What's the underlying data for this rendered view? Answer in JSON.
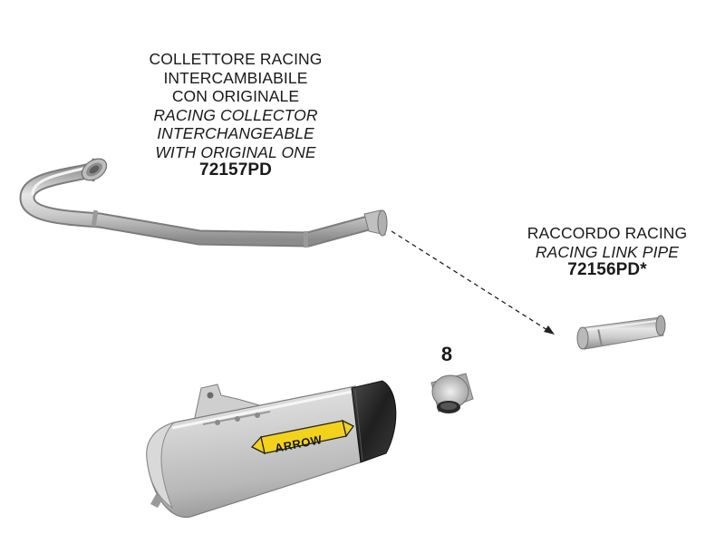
{
  "collector": {
    "line1": "COLLETTORE RACING",
    "line2": "INTERCAMBIABILE",
    "line3": "CON ORIGINALE",
    "line4": "RACING COLLECTOR",
    "line5": "INTERCHANGEABLE",
    "line6": "WITH ORIGINAL ONE",
    "code": "72157PD"
  },
  "link_pipe": {
    "line1": "RACCORDO RACING",
    "line2": "RACING LINK PIPE",
    "code": "72156PD*"
  },
  "end_cap": {
    "number": "8"
  },
  "silencer": {
    "brand": "ARROW"
  },
  "colors": {
    "steel": "#c6c6c6",
    "steel_dark": "#8a8a8a",
    "logo_yellow": "#f2d21b",
    "carbon": "#2a2a2a"
  }
}
